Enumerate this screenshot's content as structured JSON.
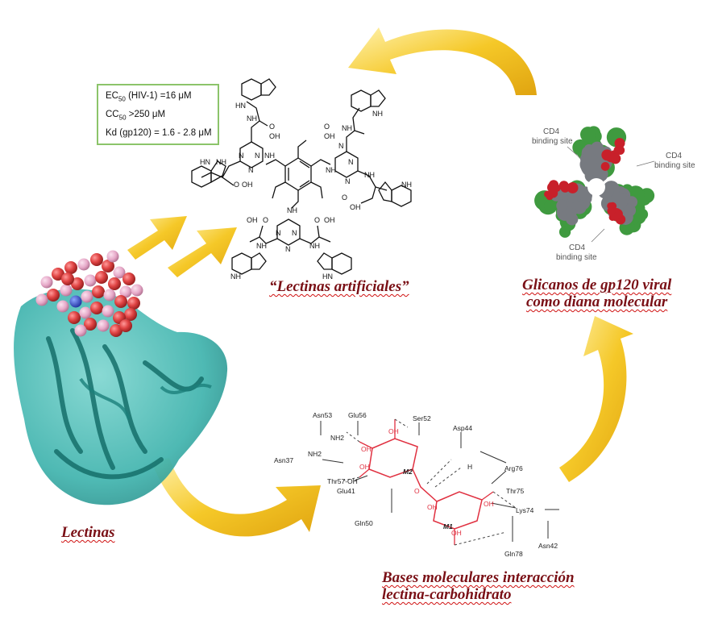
{
  "infobox": {
    "ec50_label": "EC",
    "ec50_sub": "50",
    "ec50_text": " (HIV-1) =16 μM",
    "cc50_label": "CC",
    "cc50_sub": "50",
    "cc50_text": " >250 μM",
    "kd_text": "Kd (gp120) = 1.6 - 2.8 μM"
  },
  "captions": {
    "lectinas": "Lectinas",
    "artificiales": "“Lectinas artificiales”",
    "glicanos_line1": "Glicanos de gp120 viral",
    "glicanos_line2": "como diana molecular",
    "bases_line1": "Bases moleculares interacción",
    "bases_line2": "lectina-carbohidrato"
  },
  "molecule_labels": {
    "nh": "NH",
    "hn": "HN",
    "n": "N",
    "oh": "OH",
    "o": "O"
  },
  "gp120_labels": {
    "site_top_left_1": "CD4",
    "site_top_left_2": "binding site",
    "site_right_1": "CD4",
    "site_right_2": "binding site",
    "site_bottom_1": "CD4",
    "site_bottom_2": "binding site"
  },
  "interaction_labels": {
    "asn53": "Asn53",
    "glu56": "Glu56",
    "ser52": "Ser52",
    "asp44": "Asp44",
    "asn37": "Asn37",
    "thr57": "Thr57-OH",
    "glu41": "Glu41",
    "arg76": "Arg76",
    "thr75": "Thr75",
    "lys74": "Lys74",
    "gln50": "Gln50",
    "gln78": "Gln78",
    "asn42": "Asn42",
    "m1": "M1",
    "m2": "M2",
    "nh2": "NH2",
    "oh": "OH",
    "o": "O",
    "h": "H"
  },
  "colors": {
    "caption": "#7a1016",
    "arrow": "#f2c22a",
    "protein": "#3fb3ad",
    "sugar_red": "#e03040",
    "box_border": "#8cc46a",
    "gp120_gray": "#777a80",
    "gp120_green": "#3f9a3f",
    "gp120_red": "#c8202a"
  }
}
